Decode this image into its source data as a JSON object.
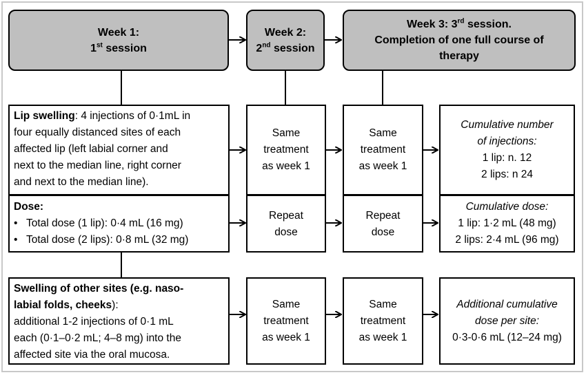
{
  "weeks": {
    "w1": {
      "line1": "Week 1:",
      "num": "1",
      "sup": "st",
      "rest": " session"
    },
    "w2": {
      "line1": "Week 2:",
      "num": "2",
      "sup": "nd",
      "rest": " session"
    },
    "w3": {
      "title_pre": "Week 3:  3",
      "sup": "rd",
      "title_post": " session.",
      "line2": "Completion of one full course of",
      "line3": "therapy"
    }
  },
  "lip_swelling": {
    "label": "Lip swelling",
    "lines": [
      ": 4 injections of 0·1mL in",
      "four equally distanced sites of each",
      "affected lip (left labial corner and",
      "next to the median line, right corner",
      "and next to the median line)."
    ],
    "same_treatment": [
      "Same",
      "treatment",
      "as week 1"
    ],
    "cumulative": [
      "Cumulative number",
      "of injections:"
    ],
    "cumulative_values": [
      "1 lip: n. 12",
      "2 lips: n 24"
    ]
  },
  "dose": {
    "label": "Dose:",
    "bullets": [
      "Total dose (1 lip): 0·4 mL (16 mg)",
      "Total dose (2 lips): 0·8 mL (32 mg)"
    ],
    "repeat": [
      "Repeat",
      "dose"
    ],
    "cumulative_title": "Cumulative dose:",
    "cumulative_values": [
      "1 lip: 1·2 mL (48 mg)",
      "2 lips: 2·4 mL (96 mg)"
    ]
  },
  "other_sites": {
    "label_lines": [
      "Swelling of other sites (e.g. naso-",
      "labial folds, cheeks"
    ],
    "label_tail": "):",
    "lines": [
      "additional 1-2 injections of 0·1 mL",
      "each (0·1–0·2 mL; 4–8 mg) into the",
      "affected site via the oral mucosa."
    ],
    "same_treatment": [
      "Same",
      "treatment",
      "as week 1"
    ],
    "cumulative": [
      "Additional cumulative",
      "dose per site:"
    ],
    "cumulative_value": "0·3-0·6 mL (12–24 mg)"
  },
  "colors": {
    "header_fill": "#bfbfbf",
    "border": "#000000",
    "frame": "#c8c8c8"
  }
}
